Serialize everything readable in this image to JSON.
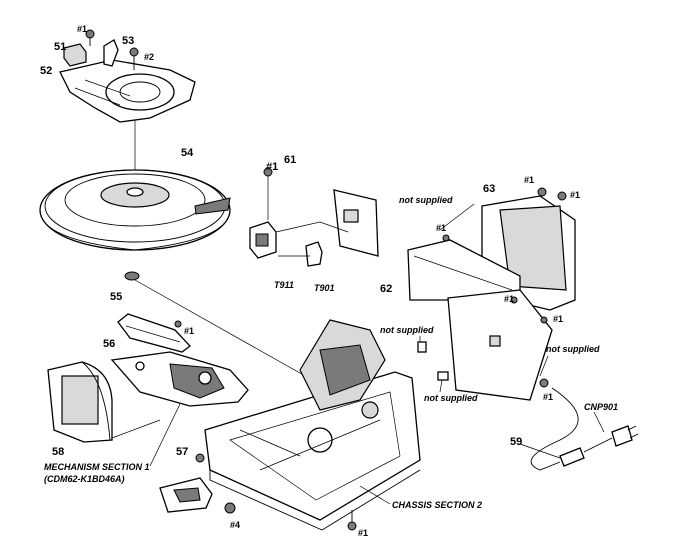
{
  "labels": {
    "p51": "51",
    "p52": "52",
    "p53": "53",
    "p54": "54",
    "p55": "55",
    "p56": "56",
    "p57": "57",
    "p58": "58",
    "p59": "59",
    "p61": "61",
    "p62": "62",
    "p63": "63",
    "s1_top": "#1",
    "s2_top": "#2",
    "s1_61": "#1",
    "s1_63a": "#1",
    "s1_63b": "#1",
    "s1_bracket": "#1",
    "s1_board": "#1",
    "s1_right": "#1",
    "s1_56": "#1",
    "s1_cord": "#1",
    "s1_bottom": "#1",
    "s4": "#4",
    "t911": "T911",
    "t901": "T901",
    "ns1": "not supplied",
    "ns2": "not supplied",
    "ns3": "not supplied",
    "ns4": "not supplied",
    "cnp901": "CNP901",
    "mech1": "MECHANISM SECTION 1",
    "mech2": "(CDM62-K1BD46A)",
    "chassis": "CHASSIS SECTION 2"
  }
}
